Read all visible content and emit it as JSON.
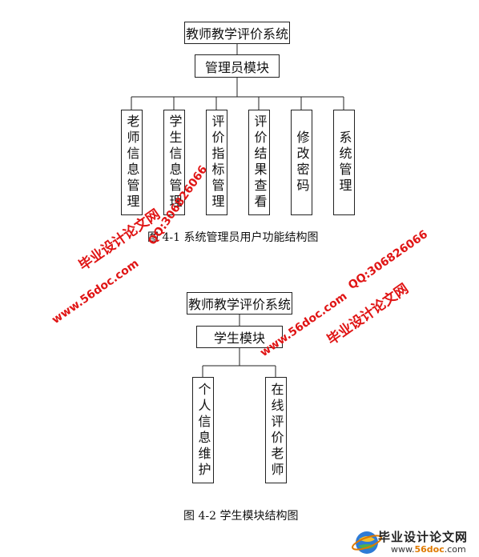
{
  "figure1": {
    "root": "教师教学评价系统",
    "module": "管理员模块",
    "children": [
      "老师信息管理",
      "学生信息管理",
      "评价指标管理",
      "评价结果查看",
      "修改密码",
      "系统管理"
    ],
    "caption": "图 4-1    系统管理员用户功能结构图"
  },
  "figure2": {
    "root": "教师教学评价系统",
    "module": "学生模块",
    "children": [
      "个人信息维护",
      "在线评价老师"
    ],
    "caption": "图 4-2    学生模块结构图"
  },
  "watermarks": {
    "site_cn": "毕业设计论文网",
    "qq": "QQ:306826066",
    "url": "www.56doc.com"
  },
  "footer": {
    "title": "毕业设计论文网",
    "url_prefix": "www.",
    "url_brand": "56doc",
    "url_suffix": ".com"
  },
  "colors": {
    "watermark_red": "#e01414",
    "footer_orange": "#e07a00"
  }
}
